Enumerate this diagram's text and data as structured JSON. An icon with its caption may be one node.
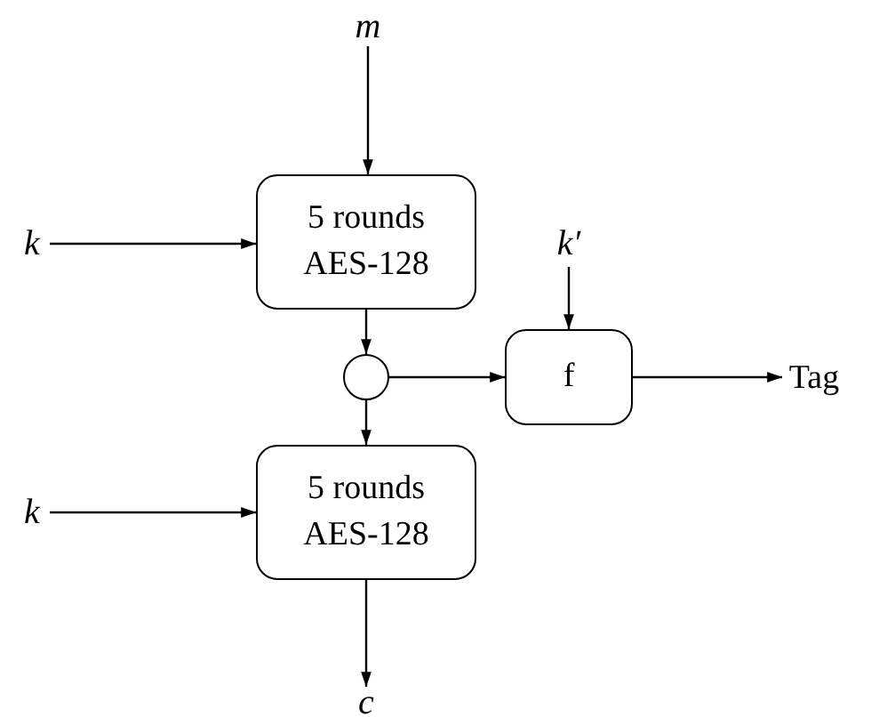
{
  "diagram": {
    "nodes": [
      {
        "text": [
          "m"
        ]
      },
      {
        "text": [
          "k"
        ]
      },
      {
        "text": [
          "5 rounds AES-128"
        ]
      },
      {
        "text": [
          "k′"
        ]
      },
      {
        "text": [],
        "shape": "circle"
      },
      {
        "text": [
          "f"
        ]
      },
      {
        "text": [
          "Tag"
        ]
      },
      {
        "text": [
          "k"
        ]
      },
      {
        "text": [
          "5 rounds AES-128"
        ]
      },
      {
        "text": [
          "c"
        ]
      }
    ],
    "edges": [
      {
        "from": 0,
        "to": 2,
        "arrow": "to"
      },
      {
        "from": 1,
        "to": 2,
        "arrow": "to"
      },
      {
        "from": 2,
        "to": 4,
        "arrow": "to"
      },
      {
        "from": 3,
        "to": 5,
        "arrow": "to"
      },
      {
        "from": 4,
        "to": 5,
        "arrow": "to"
      },
      {
        "from": 5,
        "to": 6,
        "arrow": "to"
      },
      {
        "from": 4,
        "to": 8,
        "arrow": "to"
      },
      {
        "from": 7,
        "to": 8,
        "arrow": "to"
      },
      {
        "from": 8,
        "to": 9,
        "arrow": "to"
      }
    ]
  }
}
